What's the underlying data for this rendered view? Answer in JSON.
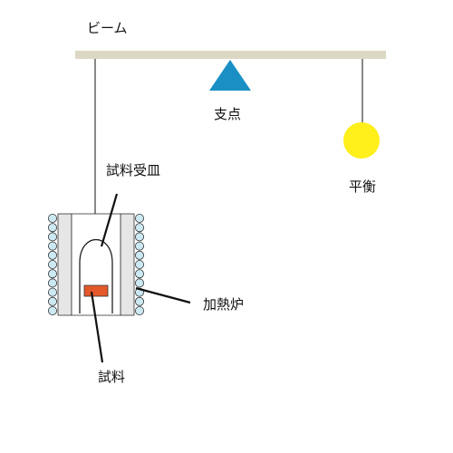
{
  "labels": {
    "beam": "ビーム",
    "fulcrum": "支点",
    "counterweight": "平衡",
    "sample_holder": "試料受皿",
    "furnace": "加熱炉",
    "sample": "試料"
  },
  "colors": {
    "beam": "#ddd8c4",
    "fulcrum": "#1a8fc4",
    "counterweight": "#ffef1a",
    "sample": "#e4582a",
    "furnace_wall": "#e6e6e6",
    "heater_coil": "#cce9f3",
    "line": "#111111"
  },
  "icons": {
    "fulcrum": "triangle",
    "counterweight": "circle",
    "heater": "coil-circles"
  }
}
